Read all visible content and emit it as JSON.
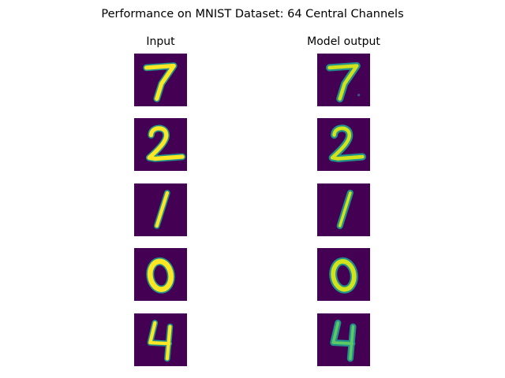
{
  "figure": {
    "title": "Performance on MNIST Dataset: 64 Central Channels",
    "columns": [
      "Input",
      "Model output"
    ]
  },
  "colors": {
    "background": "#440154",
    "stroke_outer": "#21918c",
    "stroke_inner": "#fde725",
    "output_inner": "#d2e21b"
  },
  "rows": [
    {
      "digit": "7"
    },
    {
      "digit": "2"
    },
    {
      "digit": "1"
    },
    {
      "digit": "0"
    },
    {
      "digit": "4"
    }
  ]
}
